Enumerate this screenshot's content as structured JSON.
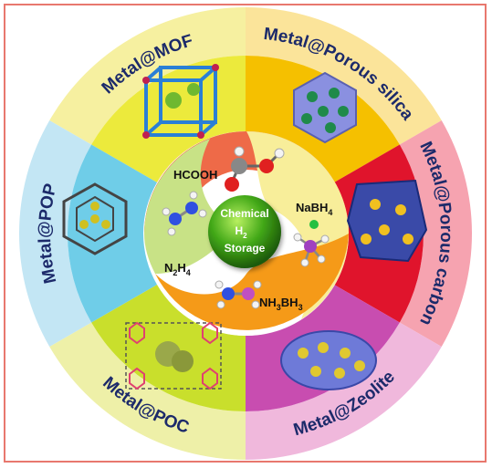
{
  "center": {
    "line1": "Chemical",
    "line2": "H",
    "line2_sub": "2",
    "line3": "Storage"
  },
  "inner": [
    {
      "id": "hcooh",
      "label": "HCOOH"
    },
    {
      "id": "nabh4",
      "label": "NaBH",
      "sub": "4"
    },
    {
      "id": "nh3bh3",
      "label": "NH",
      "sub": "3",
      "label2": "BH",
      "sub2": "3"
    },
    {
      "id": "n2h4",
      "label": "N",
      "sub": "2",
      "label2": "H",
      "sub2": "4"
    }
  ],
  "outer": [
    {
      "id": "mof",
      "label": "Metal@MOF"
    },
    {
      "id": "silica",
      "label": "Metal@Porous silica"
    },
    {
      "id": "carbon",
      "label": "Metal@Porous carbon"
    },
    {
      "id": "zeolite",
      "label": "Metal@Zeolite"
    },
    {
      "id": "poc",
      "label": "Metal@POC"
    },
    {
      "id": "pop",
      "label": "Metal@POP"
    }
  ],
  "colors": {
    "frame": "#e8786e",
    "mof_outer": "#f6f0a0",
    "mof_inner": "#ecea3c",
    "silica_outer": "#fbe49a",
    "silica_inner": "#f5c000",
    "carbon_outer": "#f6a3b0",
    "carbon_inner": "#e0142c",
    "zeolite_outer": "#f0b8dc",
    "zeolite_inner": "#c84db0",
    "poc_outer": "#eef0a8",
    "poc_inner": "#c9df2c",
    "pop_outer": "#c3e6f4",
    "pop_inner": "#6fcde8",
    "hcooh": "#ee6a48",
    "nabh4": "#f8ee9a",
    "nh3bh3": "#f59a18",
    "n2h4": "#c8e286",
    "center": "#42a818",
    "label_text": "#1c2a6a"
  }
}
